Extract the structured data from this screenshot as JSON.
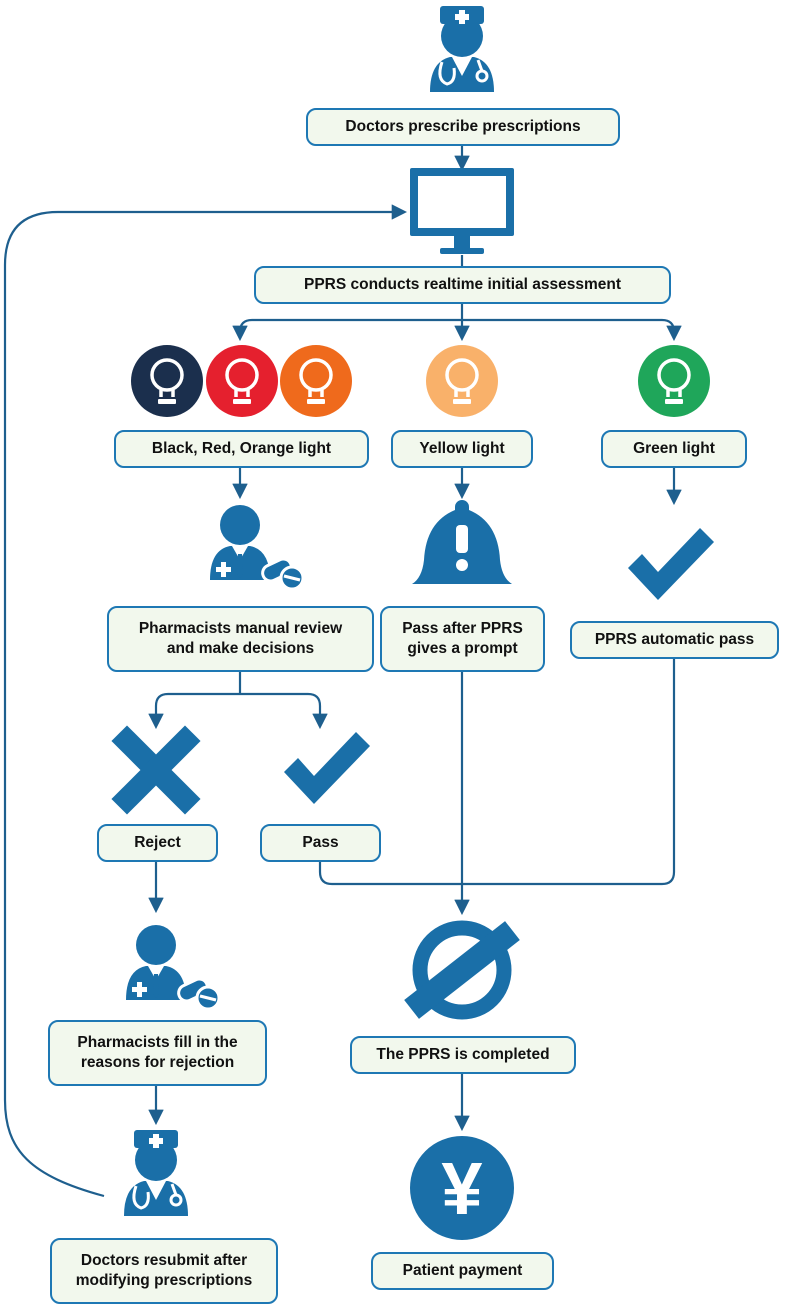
{
  "colors": {
    "primary": "#1a6fa8",
    "line": "#1e5f8e",
    "box_fill": "#f2f8ed",
    "box_border": "#1e78b4",
    "black_light": "#1b2f4d",
    "red_light": "#e5202e",
    "orange_light": "#ef6a1c",
    "yellow_light": "#f9b16a",
    "green_light": "#1fa65a"
  },
  "nodes": {
    "doctors_prescribe": "Doctors prescribe prescriptions",
    "ppr_assessment": "PPRS conducts realtime initial assessment",
    "black_red_orange": "Black, Red, Orange light",
    "yellow": "Yellow light",
    "green": "Green light",
    "pharmacists_review": [
      "Pharmacists manual review",
      "and make decisions"
    ],
    "pass_after_prompt": [
      "Pass after PPRS",
      "gives a prompt"
    ],
    "automatic_pass": "PPRS automatic pass",
    "reject": "Reject",
    "pass": "Pass",
    "fill_reasons": [
      "Pharmacists fill in the",
      "reasons for rejection"
    ],
    "completed": "The PPRS is completed",
    "resubmit": [
      "Doctors resubmit after",
      "modifying prescriptions"
    ],
    "payment": "Patient payment"
  },
  "icons": {
    "doctor": "doctor-icon",
    "monitor": "monitor-icon",
    "light_bulb": "light-bulb-icon",
    "pharmacist": "pharmacist-icon",
    "bell": "bell-alert-icon",
    "check": "check-icon",
    "cross": "cross-icon",
    "complete": "no-entry-icon",
    "yen": "yen-icon",
    "yen_symbol": "¥"
  }
}
